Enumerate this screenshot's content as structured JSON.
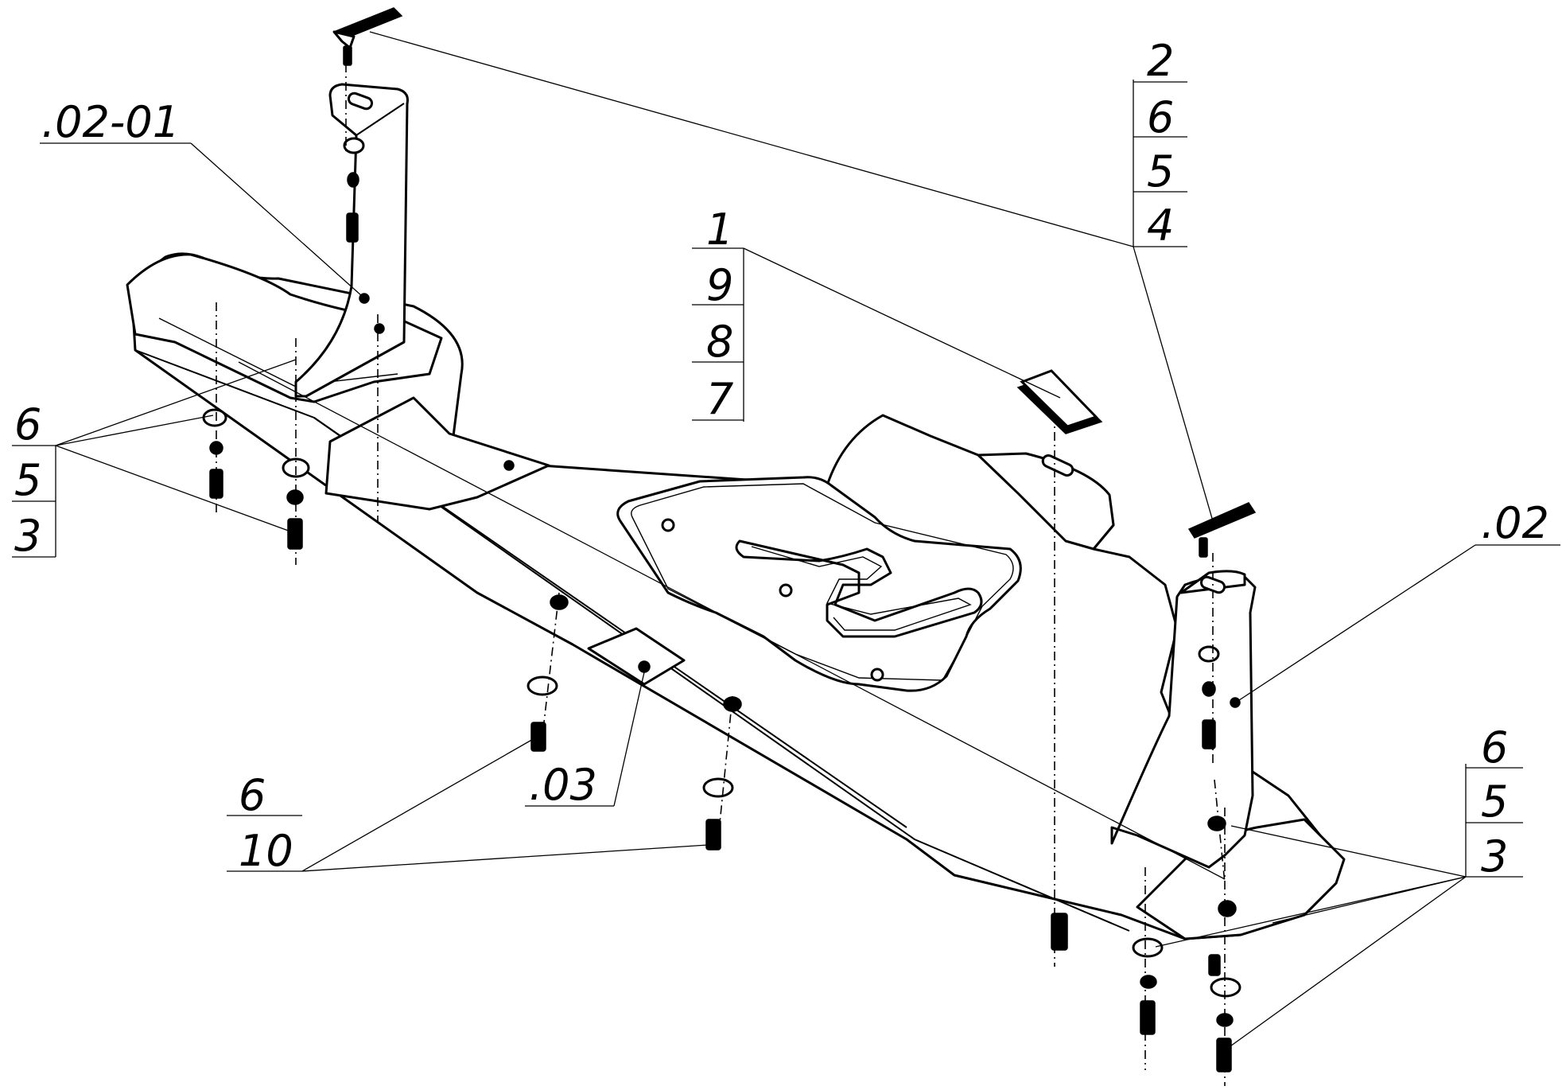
{
  "callouts": {
    "part_02_01": ".02-01",
    "part_02": ".02",
    "part_03": ".03",
    "stack_top_right": [
      "2",
      "6",
      "5",
      "4"
    ],
    "stack_center": [
      "1",
      "9",
      "8",
      "7"
    ],
    "stack_left": [
      "6",
      "5",
      "3"
    ],
    "stack_right": [
      "6",
      "5",
      "3"
    ],
    "stack_bottom": [
      "6",
      "10"
    ]
  }
}
